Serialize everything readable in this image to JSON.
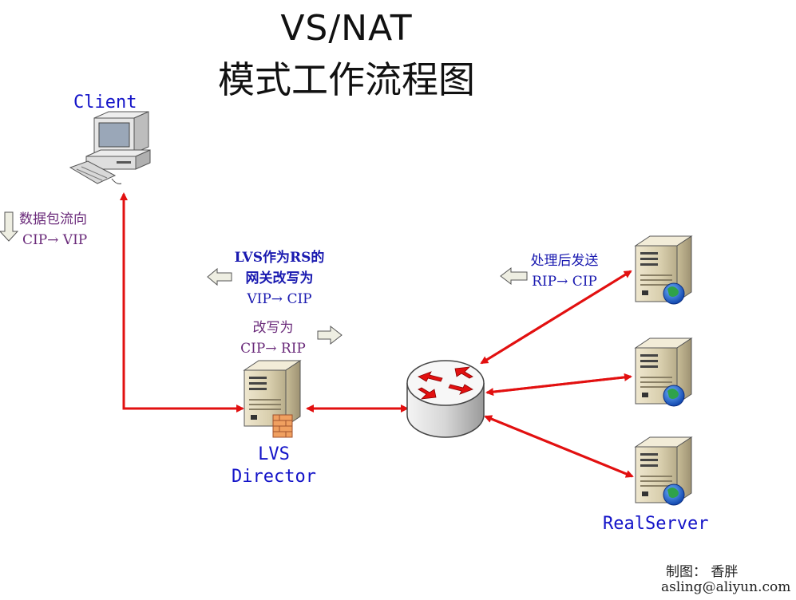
{
  "title": {
    "line1": "VS/NAT",
    "line2": "模式工作流程图"
  },
  "nodes": {
    "client_label": "Client",
    "lvs_label_line1": "LVS",
    "lvs_label_line2": "Director",
    "realserver_label": "RealServer"
  },
  "annotations": {
    "packet_flow": {
      "line1": "数据包流向",
      "line2": "CIP→ VIP"
    },
    "gateway_rewrite": {
      "line1": "LVS作为RS的",
      "line2": "网关改写为",
      "line3": "VIP→ CIP"
    },
    "rewrite": {
      "line1": "改写为",
      "line2": "CIP→ RIP"
    },
    "processed_send": {
      "line1": "处理后发送",
      "line2": "RIP→ CIP"
    }
  },
  "credit": {
    "line1": "制图： 香胖",
    "line2": "asling@aliyun.com"
  },
  "colors": {
    "link": "#e21010",
    "label_blue": "#1313c8",
    "annotation_purple": "#6a2a7a",
    "annotation_navy": "#1a1ab0"
  }
}
